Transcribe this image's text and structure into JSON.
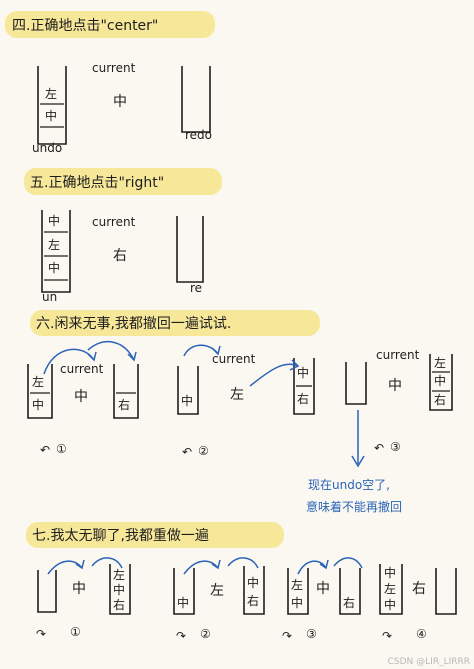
{
  "headings": {
    "h4": "四.正确地点击\"center\"",
    "h5": "五.正确地点击\"right\"",
    "h6": "六.闲来无事,我都撤回一遍试试.",
    "h7": "七.我太无聊了,我都重做一遍"
  },
  "words": {
    "current": "current",
    "undo": "undo",
    "redo": "redo",
    "un": "un",
    "re": "re"
  },
  "chars": {
    "zuo": "左",
    "zhong": "中",
    "you": "右"
  },
  "steps": {
    "s1": "①",
    "s2": "②",
    "s3": "③",
    "s4": "④"
  },
  "note": {
    "line1": "现在undo空了,",
    "line2": "意味着不能再撤回"
  },
  "watermark": "CSDN @LIR_LIRRR",
  "colors": {
    "ink": "#1e1e1e",
    "blue": "#2b64b8",
    "highlight": "#f5e48a",
    "paper": "#fbf8f1"
  }
}
